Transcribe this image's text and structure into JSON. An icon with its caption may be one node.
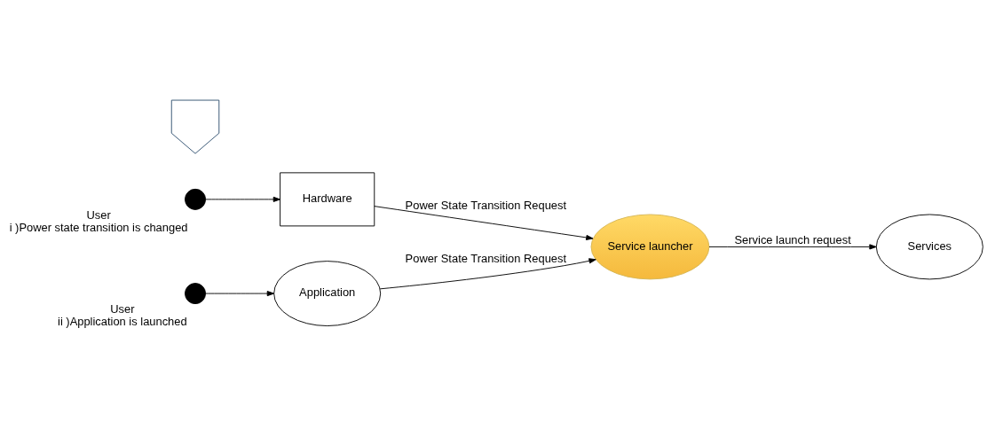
{
  "diagram": {
    "nodes": [
      {
        "text": [],
        "shape": "circle",
        "beside": [
          "User",
          "i )Power state transition is changed"
        ]
      },
      {
        "text": [
          "Hardware"
        ]
      },
      {
        "text": [
          "Service launcher"
        ]
      },
      {
        "text": [
          "Services"
        ]
      },
      {
        "text": [],
        "shape": "circle",
        "beside": [
          "User",
          "ii )Application is launched"
        ]
      },
      {
        "text": [
          "Application"
        ]
      },
      {
        "text": [],
        "shape": "arrow"
      }
    ],
    "edges": [
      {
        "from": 0,
        "to": 1,
        "arrow": "to"
      },
      {
        "from": 1,
        "to": 2,
        "arrow": "to",
        "label": "Power State Transition Request"
      },
      {
        "from": 2,
        "to": 3,
        "arrow": "to",
        "label": "Service launch request"
      },
      {
        "from": 4,
        "to": 5,
        "arrow": "to"
      },
      {
        "from": 5,
        "to": 2,
        "arrow": "to",
        "label": "Power State Transition Request"
      }
    ]
  }
}
